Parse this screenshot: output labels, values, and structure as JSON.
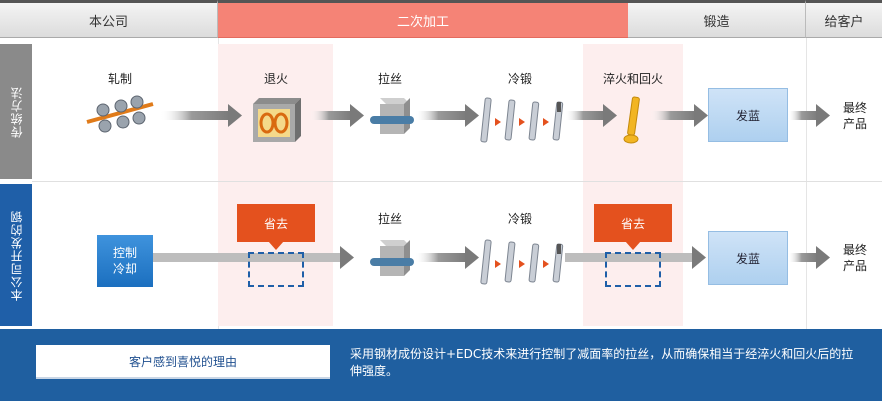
{
  "header": {
    "own_company": "本公司",
    "secondary_processing": "二次加工",
    "forging": "锻造",
    "to_customer": "给客户"
  },
  "rows": {
    "traditional": "传统方法",
    "developed": "本公司开发的钢"
  },
  "traditional_steps": {
    "rolling": "轧制",
    "annealing": "退火",
    "drawing": "拉丝",
    "cold_forging": "冷锻",
    "quench_temper": "淬火和回火",
    "bluing": "发蓝",
    "final_line1": "最终",
    "final_line2": "产品"
  },
  "developed_steps": {
    "controlled_cooling_line1": "控制",
    "controlled_cooling_line2": "冷却",
    "omitted_1": "省去",
    "drawing": "拉丝",
    "cold_forging": "冷锻",
    "omitted_2": "省去",
    "bluing": "发蓝",
    "final_line1": "最终",
    "final_line2": "产品"
  },
  "footer": {
    "reason_title": "客户感到喜悦的理由",
    "description": "采用钢材成份设计+EDC技术来进行控制了减面率的拉丝，从而确保相当于经淬火和回火后的拉伸强度。"
  },
  "colors": {
    "header_pink": "#f58376",
    "row_gray": "#8a8a8a",
    "row_blue": "#1f5fa8",
    "omit_orange": "#e4511e",
    "bluing_box": "#aed0ef",
    "footer_blue": "#1f5fa0"
  }
}
